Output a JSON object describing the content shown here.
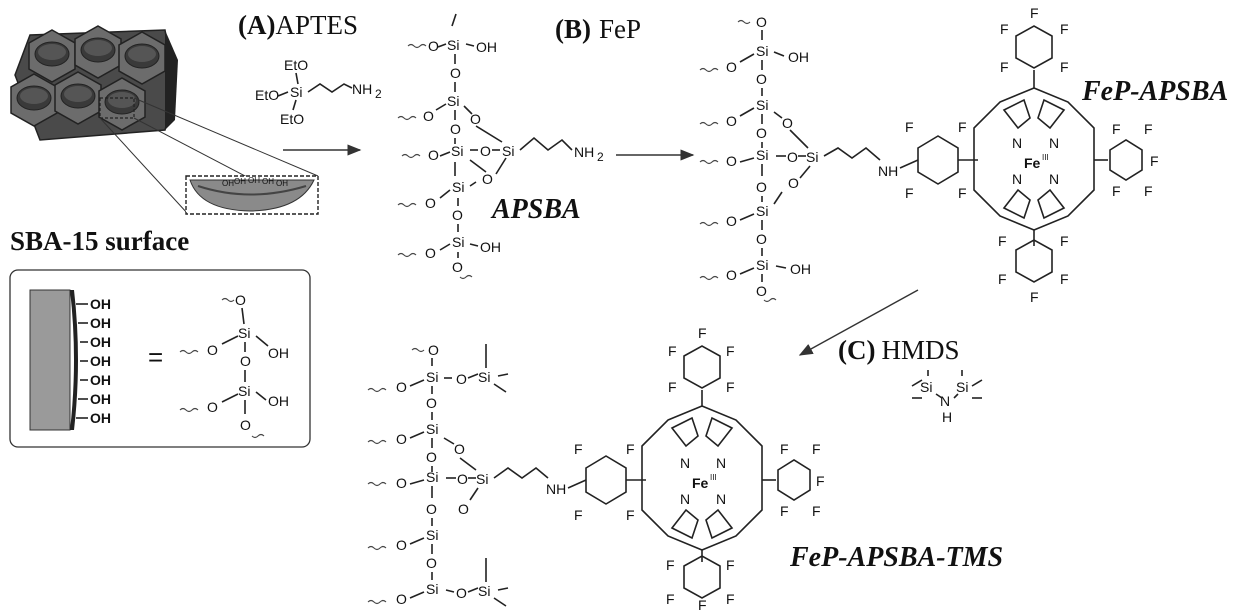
{
  "steps": {
    "a_prefix": "(A)",
    "a_text": "APTES",
    "b_prefix": "(B)",
    "b_text": "FeP",
    "c_prefix": "(C)",
    "c_text": "HMDS"
  },
  "labels": {
    "sba_surface": "SBA-15 surface",
    "apsba": "APSBA",
    "fep_apsba": "FeP-APSBA",
    "fep_apsba_tms": "FeP-APSBA-TMS"
  },
  "atoms": {
    "si": "Si",
    "o": "O",
    "oh": "OH",
    "nh2": "NH",
    "nh2_sub": "2",
    "eto": "EtO",
    "nh": "NH",
    "n": "N",
    "h": "H",
    "f": "F",
    "fe": "Fe",
    "fe_sup": "III"
  },
  "inset": {
    "oh_labels": [
      "OH",
      "OH",
      "OH",
      "OH",
      "OH",
      "OH",
      "OH"
    ],
    "equals": "="
  }
}
